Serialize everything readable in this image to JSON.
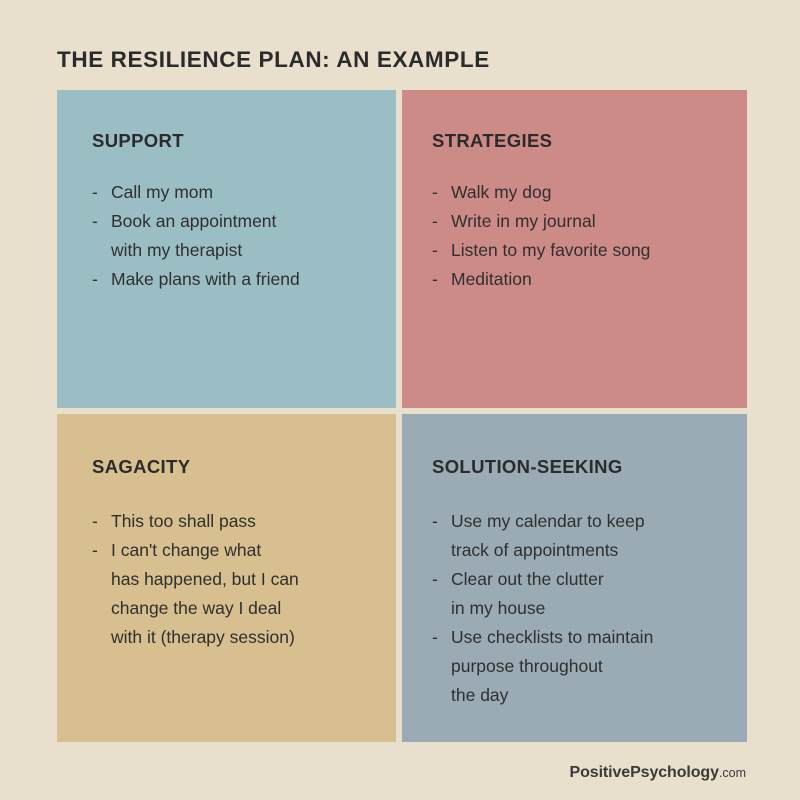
{
  "page": {
    "title": "THE RESILIENCE PLAN: AN EXAMPLE",
    "background_color": "#e8dfcc",
    "text_color": "#2d2d2d"
  },
  "quadrants": [
    {
      "key": "support",
      "heading": "SUPPORT",
      "color": "#9abec4",
      "bullet": "-",
      "items": [
        "Call my mom",
        "Book an appointment\nwith my therapist",
        "Make plans with a friend"
      ]
    },
    {
      "key": "strategies",
      "heading": "STRATEGIES",
      "color": "#cd8b88",
      "bullet": "-",
      "items": [
        "Walk my dog",
        "Write in my journal",
        "Listen to my favorite song",
        "Meditation"
      ]
    },
    {
      "key": "sagacity",
      "heading": "SAGACITY",
      "color": "#d8bf8f",
      "bullet": "-",
      "items": [
        "This too shall pass",
        "I can't change what\nhas happened, but I can\nchange the way I deal\nwith it (therapy session)"
      ]
    },
    {
      "key": "solution-seeking",
      "heading": "SOLUTION-SEEKING",
      "color": "#9aabb5",
      "bullet": "-",
      "items": [
        "Use my calendar to keep\ntrack of appointments",
        "Clear out the clutter\nin my house",
        "Use checklists to maintain\npurpose throughout\nthe day"
      ]
    }
  ],
  "footer": {
    "brand_main": "PositivePsychology",
    "brand_tld": ".com"
  }
}
